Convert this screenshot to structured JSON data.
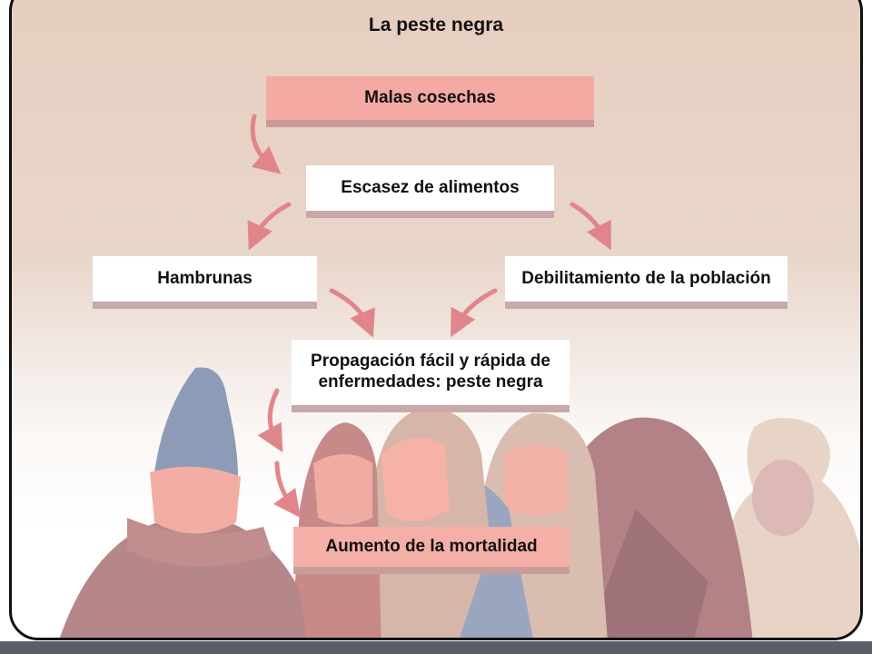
{
  "title": "La peste negra",
  "nodes": {
    "malas_cosechas": "Malas cosechas",
    "escasez": "Escasez de alimentos",
    "hambrunas": "Hambrunas",
    "debilitamiento": "Debilitamiento de la población",
    "propagacion_line1": "Propagación fácil y rápida de",
    "propagacion_line2": "enfermedades: peste negra",
    "aumento": "Aumento de la mortalidad"
  },
  "colors": {
    "arrow": "#e0868a",
    "box_pink": "#f4aaa3",
    "box_shadow": "#c8a8a8"
  }
}
